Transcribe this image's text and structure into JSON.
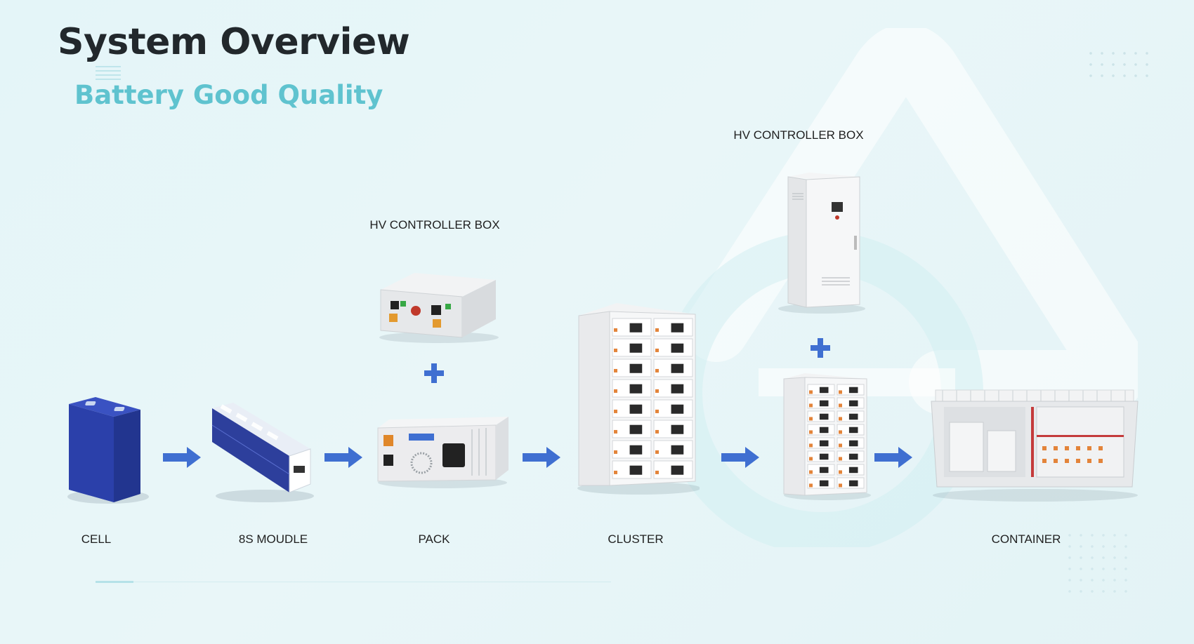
{
  "header": {
    "title": "System Overview",
    "subtitle": "Battery Good Quality"
  },
  "labels": {
    "hv_box_top_left": "HV CONTROLLER BOX",
    "hv_box_top_right": "HV CONTROLLER BOX",
    "cell": "CELL",
    "module": "8S MOUDLE",
    "pack": "PACK",
    "cluster": "CLUSTER",
    "container": "CONTAINER"
  },
  "colors": {
    "title": "#22282c",
    "subtitle": "#5fc3cf",
    "arrow": "#3f6fd1",
    "cell_body": "#2a3fa6",
    "background": "#e6f5f8"
  },
  "icons": {
    "flow_arrow": "arrow-right-icon",
    "combine": "plus-icon"
  }
}
